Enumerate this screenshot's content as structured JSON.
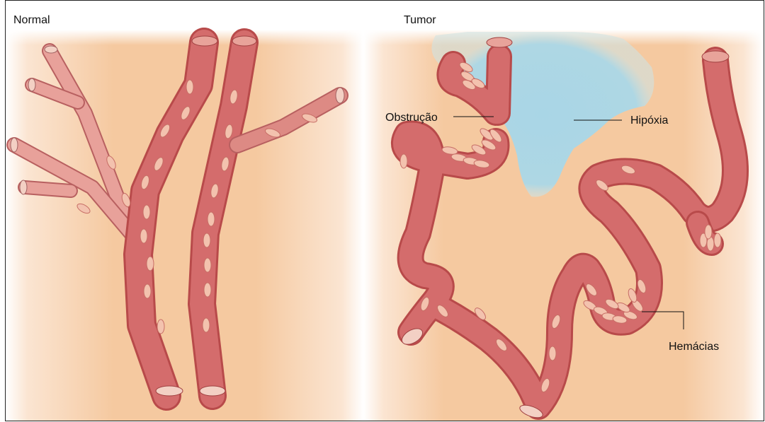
{
  "panels": {
    "normal": {
      "title": "Normal"
    },
    "tumor": {
      "title": "Tumor"
    }
  },
  "annotations": {
    "obstruction": "Obstrução",
    "hypoxia": "Hipóxia",
    "red_cells": "Hemácias"
  },
  "colors": {
    "vessel_fill": "#d66a6a",
    "vessel_dark": "#c23b3b",
    "cell_fill": "#f3c2ae",
    "tissue": "#f5c9a0",
    "hypoxia_region": "#a9d6e6"
  }
}
